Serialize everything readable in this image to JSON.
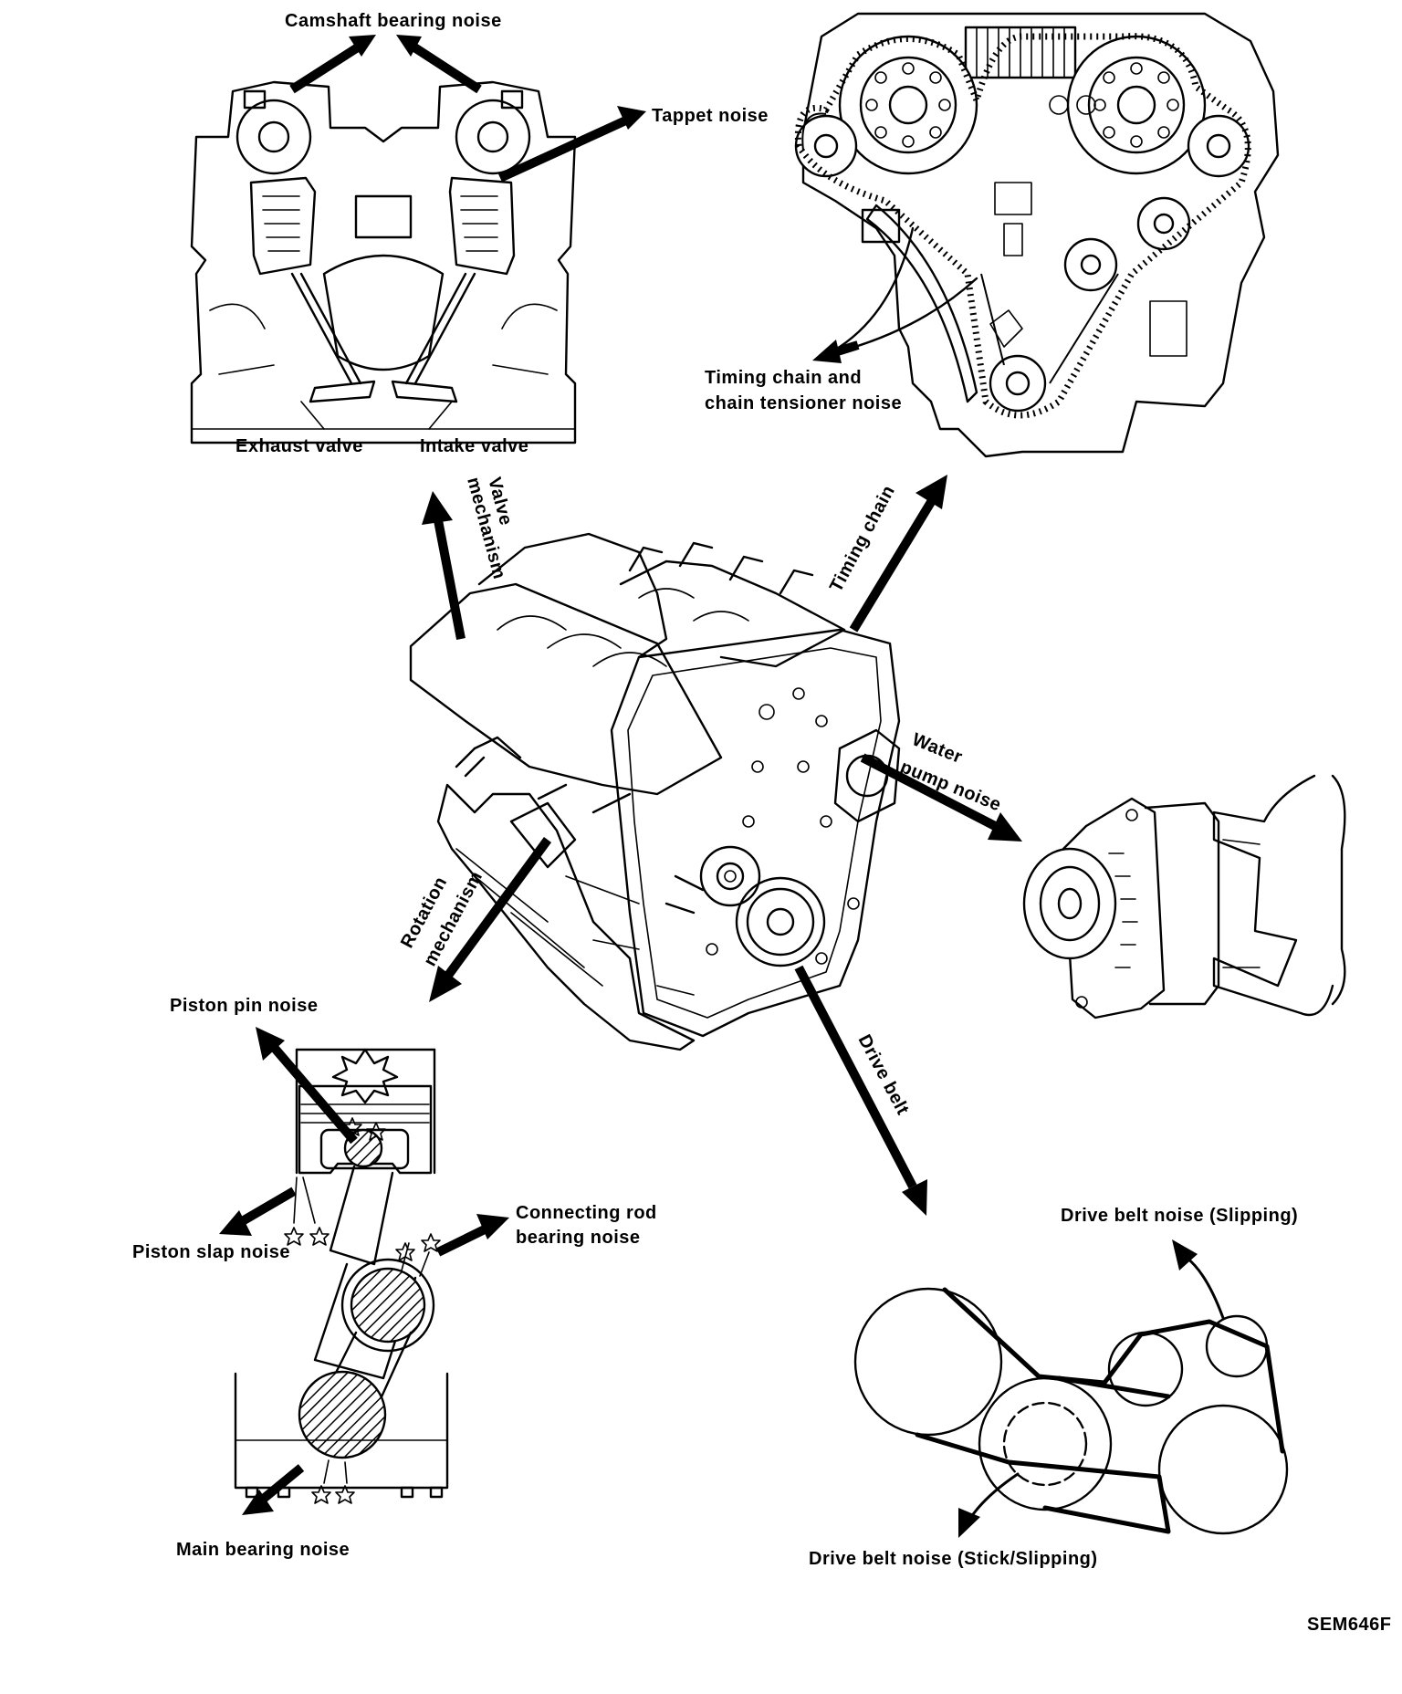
{
  "labels": {
    "camshaft_bearing_noise": "Camshaft bearing noise",
    "tappet_noise": "Tappet noise",
    "exhaust_valve": "Exhaust valve",
    "intake_valve": "Intake valve",
    "timing_chain_noise_line1": "Timing chain and",
    "timing_chain_noise_line2": "chain tensioner noise",
    "valve_mechanism_line1": "Valve",
    "valve_mechanism_line2": "mechanism",
    "timing_chain": "Timing chain",
    "water_pump_noise_line1": "Water",
    "water_pump_noise_line2": "pump noise",
    "rotation_mechanism_line1": "Rotation",
    "rotation_mechanism_line2": "mechanism",
    "drive_belt": "Drive belt",
    "piston_pin_noise": "Piston pin noise",
    "piston_slap_noise": "Piston slap noise",
    "connecting_rod_line1": "Connecting rod",
    "connecting_rod_line2": "bearing noise",
    "main_bearing_noise": "Main bearing noise",
    "drive_belt_noise_slipping": "Drive belt noise (Slipping)",
    "drive_belt_noise_stick": "Drive belt noise (Stick/Slipping)",
    "figure_code": "SEM646F"
  }
}
